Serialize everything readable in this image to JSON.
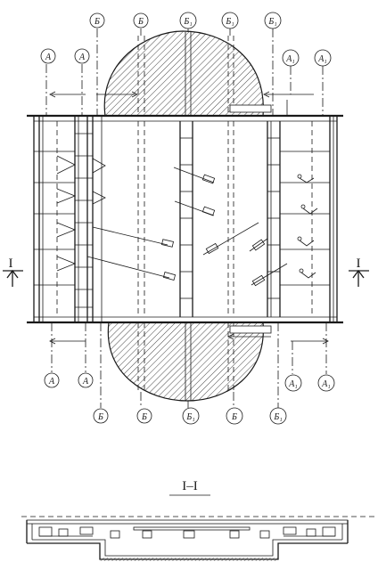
{
  "axes_top": [
    "А",
    "А",
    "Б",
    "Б",
    "Б₁",
    "Б₁",
    "Б₁",
    "А₁",
    "А₁"
  ],
  "axes_bottom": [
    "А",
    "А",
    "Б",
    "Б",
    "Б₁",
    "Б",
    "Б₁",
    "А₁",
    "А₁"
  ],
  "section_mark_left": "I",
  "section_mark_right": "I",
  "section_title": "I–I"
}
